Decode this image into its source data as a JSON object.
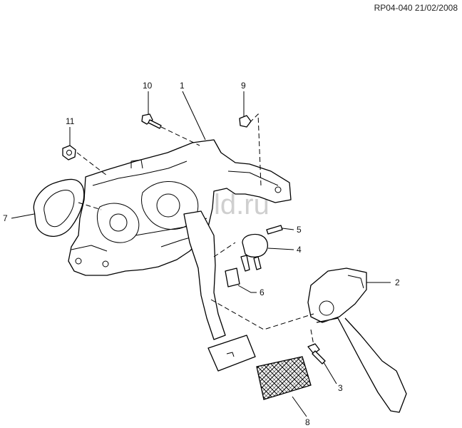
{
  "drawing_code": "RP04-040 21/02/2008",
  "watermark": "skl.ld.ru",
  "callouts": {
    "c1": "1",
    "c2": "2",
    "c3": "3",
    "c4": "4",
    "c5": "5",
    "c6": "6",
    "c7": "7",
    "c8": "8",
    "c9": "9",
    "c10": "10",
    "c11": "11"
  }
}
